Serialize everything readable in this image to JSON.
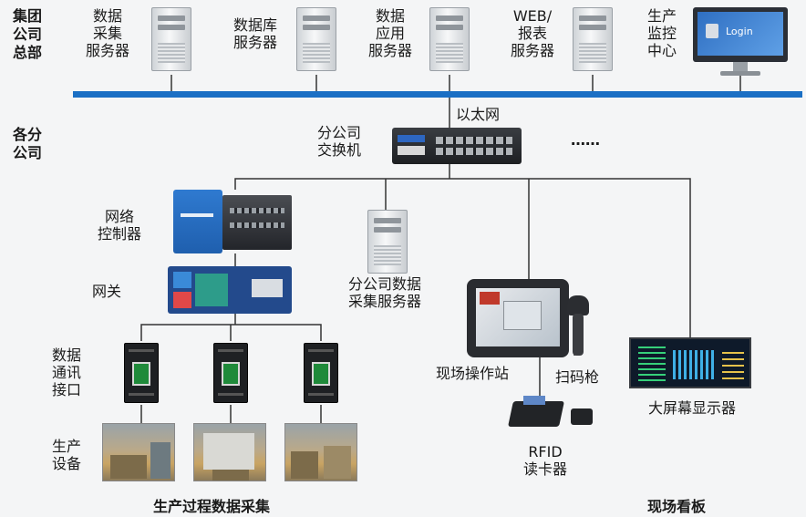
{
  "tiers": {
    "headquarters": "集团\n公司\n总部",
    "branch": "各分\n公司"
  },
  "devices": {
    "data_collection_server": "数据\n采集\n服务器",
    "database_server": "数据库\n服务器",
    "data_application_server": "数据\n应用\n服务器",
    "web_report_server": "WEB/\n报表\n服务器",
    "production_monitoring_center": "生产\n监控\n中心",
    "monitor_screen_text": "Login",
    "ethernet": "以太网",
    "branch_switch": "分公司\n交换机",
    "ellipsis": "……",
    "network_controller": "网络\n控制器",
    "gateway": "网关",
    "branch_data_server": "分公司数据\n采集服务器",
    "data_comm_interface": "数据\n通讯\n接口",
    "production_equipment": "生产\n设备",
    "field_workstation": "现场操作站",
    "barcode_scanner": "扫码枪",
    "rfid_reader": "RFID\n读卡器",
    "big_screen_display": "大屏幕显示器"
  },
  "captions": {
    "process_collection": "生产过程数据采集",
    "field_board": "现场看板"
  },
  "colors": {
    "ethernet_bus": "#1a6fc4",
    "line": "#333333",
    "controller_blue": "#1f5fae"
  }
}
